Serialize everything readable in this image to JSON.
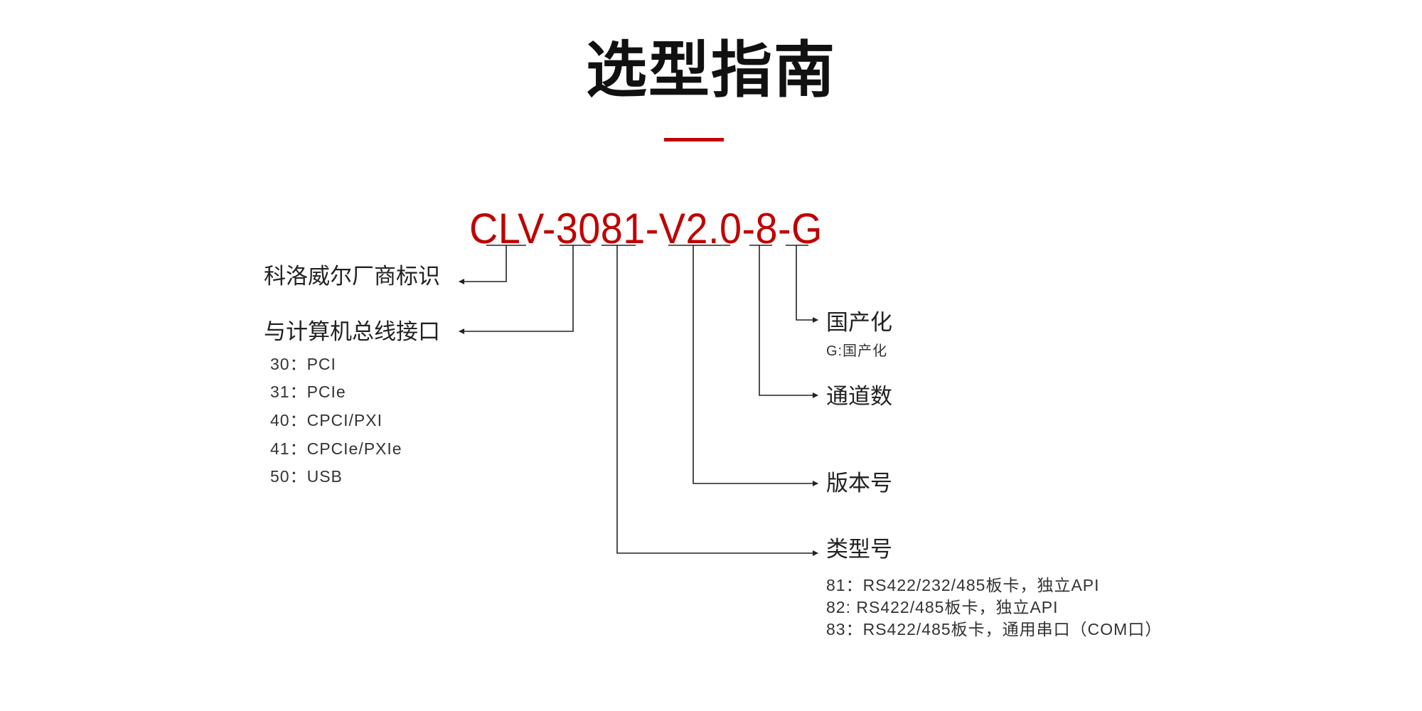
{
  "title": "选型指南",
  "model": "CLV-3081-V2.0-8-G",
  "accent_color": "#c00000",
  "left": {
    "vendor_label": "科洛威尔厂商标识",
    "bus_label": "与计算机总线接口",
    "bus_options": [
      "30：PCI",
      "31：PCIe",
      "40：CPCI/PXI",
      "41：CPCIe/PXIe",
      "50：USB"
    ]
  },
  "right": {
    "domestic_label": "国产化",
    "domestic_note": "G:国产化",
    "channels_label": "通道数",
    "version_label": "版本号",
    "type_label": "类型号",
    "type_options": [
      "81：RS422/232/485板卡，独立API",
      "82: RS422/485板卡，独立API",
      "83：RS422/485板卡，通用串口（COM口）"
    ]
  }
}
